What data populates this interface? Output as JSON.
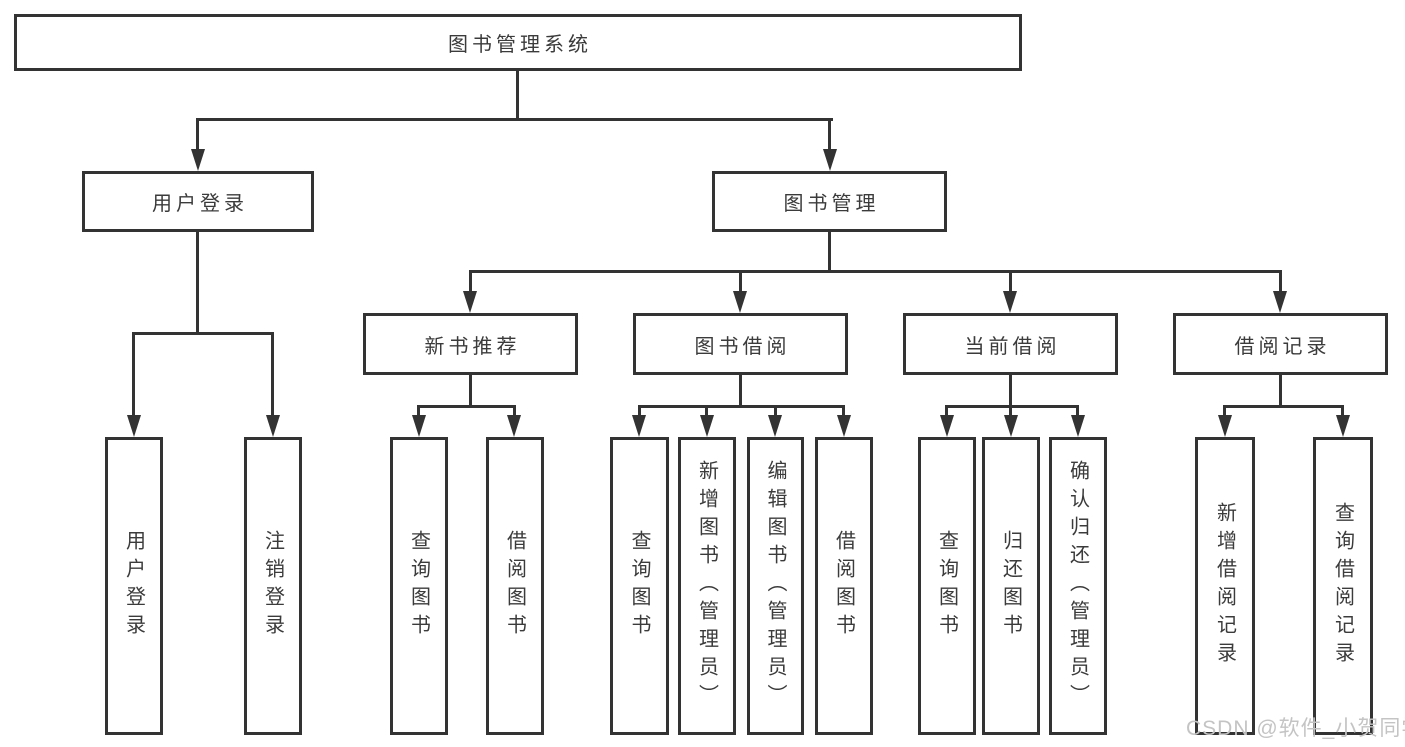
{
  "tree": {
    "label": "图书管理系统",
    "children": [
      {
        "label": "用户登录",
        "children": [
          {
            "label": "用户登录"
          },
          {
            "label": "注销登录"
          }
        ]
      },
      {
        "label": "图书管理",
        "children": [
          {
            "label": "新书推荐",
            "children": [
              {
                "label": "查询图书"
              },
              {
                "label": "借阅图书"
              }
            ]
          },
          {
            "label": "图书借阅",
            "children": [
              {
                "label": "查询图书"
              },
              {
                "label": "新增图书（管理员）"
              },
              {
                "label": "编辑图书（管理员）"
              },
              {
                "label": "借阅图书"
              }
            ]
          },
          {
            "label": "当前借阅",
            "children": [
              {
                "label": "查询图书"
              },
              {
                "label": "归还图书"
              },
              {
                "label": "确认归还（管理员）"
              }
            ]
          },
          {
            "label": "借阅记录",
            "children": [
              {
                "label": "新增借阅记录"
              },
              {
                "label": "查询借阅记录"
              }
            ]
          }
        ]
      }
    ]
  },
  "watermark": "CSDN @软件_小贺同学",
  "colors": {
    "line": "#333333",
    "text": "#3b3b3b",
    "box_background": "#ffffff",
    "watermark": "#c4c4c4"
  }
}
